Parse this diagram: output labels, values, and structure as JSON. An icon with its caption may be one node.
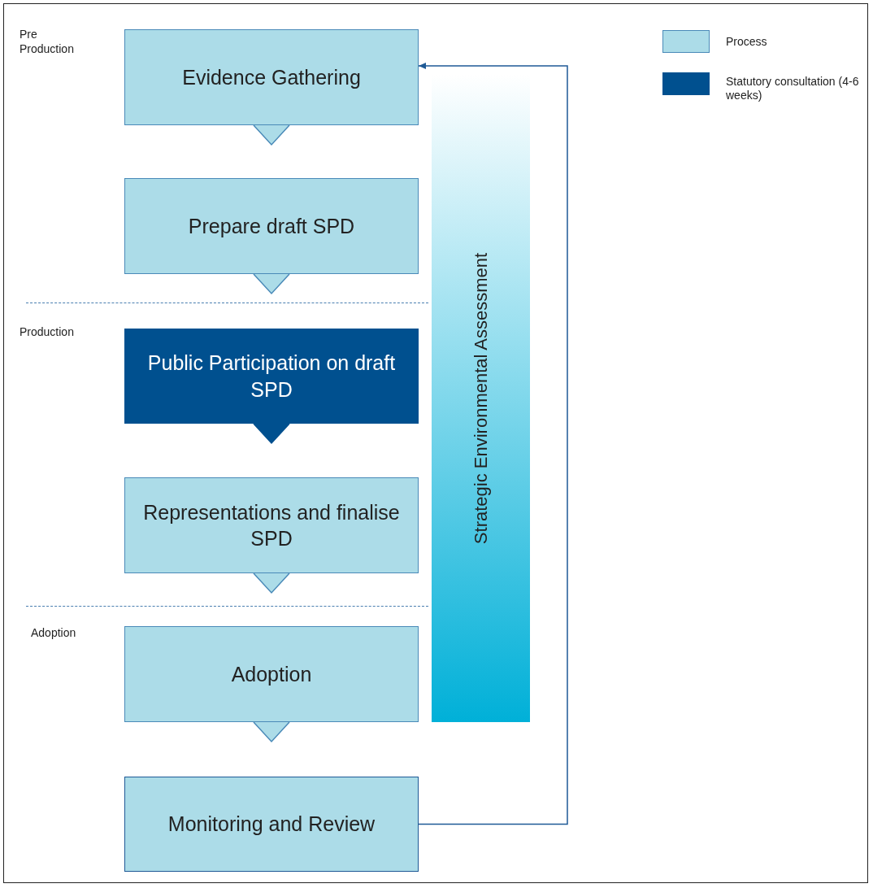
{
  "diagram": {
    "nodes": [
      {
        "text": [
          "Evidence Gathering"
        ]
      },
      {
        "text": [
          "Prepare draft SPD"
        ]
      },
      {
        "text": [
          "Public Participation on draft SPD"
        ]
      },
      {
        "text": [
          "Representations and finalise SPD"
        ]
      },
      {
        "text": [
          "Adoption"
        ]
      },
      {
        "text": [
          "Monitoring and Review"
        ]
      },
      {
        "text": [
          "Strategic Environmental Assessment"
        ]
      }
    ],
    "edges": [
      {
        "from": 0,
        "to": 1,
        "arrow": "to"
      },
      {
        "from": 1,
        "to": 2,
        "arrow": "to"
      },
      {
        "from": 2,
        "to": 3,
        "arrow": "to",
        "color": "#00508f"
      },
      {
        "from": 3,
        "to": 4,
        "arrow": "to"
      },
      {
        "from": 4,
        "to": 5,
        "arrow": "to"
      },
      {
        "from": 5,
        "to": 0,
        "arrow": "to"
      }
    ],
    "labels": [
      "Pre Production",
      "Production",
      "Adoption"
    ],
    "legend": [
      {
        "text": "Process",
        "color": "#acdce8"
      },
      {
        "text": "Statutory consultation (4-6 weeks)",
        "color": "#00508f"
      }
    ]
  }
}
